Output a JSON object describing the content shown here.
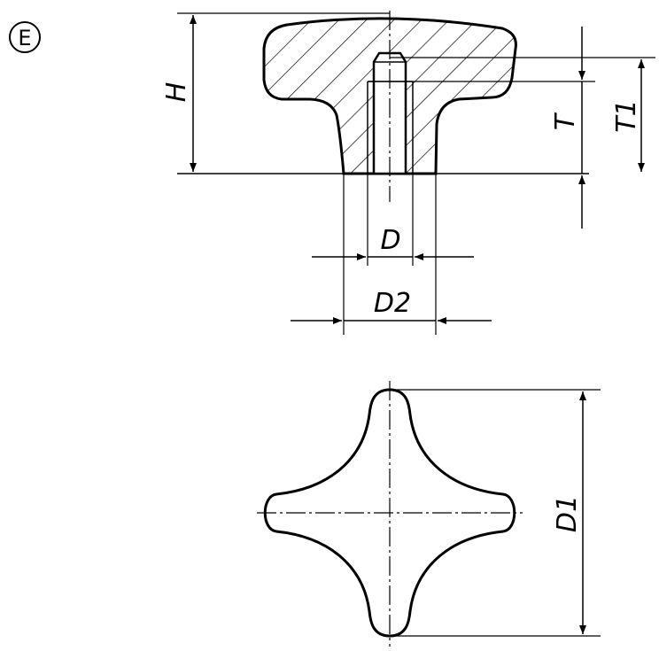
{
  "variant": {
    "label": "E"
  },
  "dimensions": {
    "H": "H",
    "T": "T",
    "T1": "T1",
    "D": "D",
    "D2": "D2",
    "D1": "D1"
  }
}
